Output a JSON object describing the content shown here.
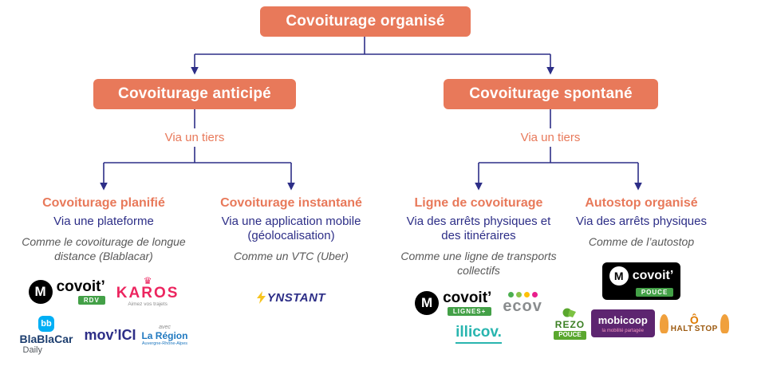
{
  "root": {
    "label": "Covoiturage organisé"
  },
  "branches": {
    "left": {
      "label": "Covoiturage anticipé",
      "via": "Via un tiers"
    },
    "right": {
      "label": "Covoiturage spontané",
      "via": "Via un tiers"
    }
  },
  "leaves": {
    "planifie": {
      "title": "Covoiturage planifié",
      "via": "Via une plateforme",
      "example": "Comme le covoiturage de longue distance (Blablacar)"
    },
    "instantane": {
      "title": "Covoiturage instantané",
      "via": "Via une application mobile (géolocalisation)",
      "example": "Comme un VTC (Uber)"
    },
    "ligne": {
      "title": "Ligne de covoiturage",
      "via": "Via des arrêts physiques et des itinéraires",
      "example": "Comme une ligne de transports collectifs"
    },
    "autostop": {
      "title": "Autostop organisé",
      "via": "Via des arrêts physiques",
      "example": "Comme de l’autostop"
    }
  },
  "logos": {
    "covoit_rdv": {
      "m": "M",
      "name": "covoit’",
      "badge": "RDV"
    },
    "karos": {
      "crown": "♛",
      "name": "KAROS",
      "tagline": "Aimez vos trajets"
    },
    "blablacar": {
      "mark": "bb",
      "name": "BlaBlaCar",
      "sub": "Daily"
    },
    "movici": {
      "avec": "avec",
      "name": "mov’ICI",
      "region": "La Région",
      "region_sub": "Auvergne-Rhône-Alpes"
    },
    "ynstant": {
      "name": "YNSTANT"
    },
    "covoit_lignes": {
      "m": "M",
      "name": "covoit’",
      "badge": "LIGNES+"
    },
    "ecov": {
      "name": "ecov"
    },
    "illicov": {
      "name": "illicov."
    },
    "covoit_pouce": {
      "m": "M",
      "name": "covoit’",
      "badge": "POUCE"
    },
    "rezo_pouce": {
      "line1": "REZO",
      "line2": "POUCE"
    },
    "mobicoop": {
      "name": "mobicoop",
      "tagline": "la mobilité partagée"
    },
    "haltostop": {
      "left": "HALT",
      "o": "Ô",
      "right": "STOP"
    }
  },
  "colors": {
    "accent_orange": "#e8795a",
    "navy": "#2d2e87",
    "example_gray": "#595959"
  }
}
